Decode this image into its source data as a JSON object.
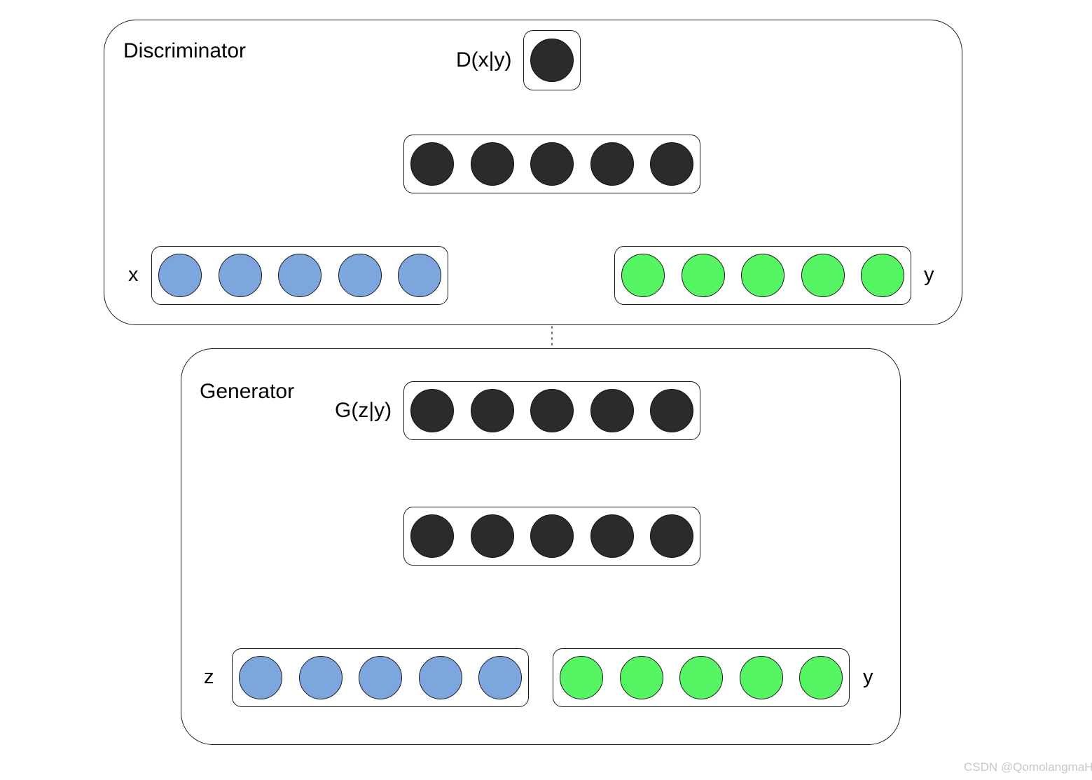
{
  "diagram": {
    "title_hidden": "Conditional GAN architecture",
    "watermark": "CSDN @QomolangmaH"
  },
  "colors": {
    "node_dark": "#2b2b2b",
    "node_blue": "#7ea6de",
    "node_green": "#55f564",
    "stroke": "#1a1a1a",
    "background": "#ffffff",
    "watermark": "#c8c8c8"
  },
  "discriminator": {
    "title": "Discriminator",
    "output_label": "D(x|y)",
    "output_node_count": 1,
    "hidden_layer": {
      "label": "",
      "node_count": 5,
      "color": "node_dark"
    },
    "input_x": {
      "label": "x",
      "node_count": 5,
      "color": "node_blue"
    },
    "input_y": {
      "label": "y",
      "node_count": 5,
      "color": "node_green"
    }
  },
  "generator": {
    "title": "Generator",
    "output_label": "G(z|y)",
    "output_layer": {
      "node_count": 5,
      "color": "node_dark"
    },
    "hidden_layer": {
      "node_count": 5,
      "color": "node_dark"
    },
    "input_z": {
      "label": "z",
      "node_count": 5,
      "color": "node_blue"
    },
    "input_y": {
      "label": "y",
      "node_count": 5,
      "color": "node_green"
    }
  },
  "edges": [
    {
      "name": "d-hidden-to-output",
      "style": "solid",
      "arrow": true
    },
    {
      "name": "x-to-d-hidden",
      "style": "dotted",
      "arrow": true
    },
    {
      "name": "y-to-d-hidden",
      "style": "solid",
      "arrow": true
    },
    {
      "name": "generated-to-d-hidden",
      "style": "dotted",
      "arrow": true
    },
    {
      "name": "g-hidden-to-g-output",
      "style": "solid",
      "arrow": true
    },
    {
      "name": "z-to-g-hidden",
      "style": "solid",
      "arrow": true
    },
    {
      "name": "y-to-g-hidden",
      "style": "solid",
      "arrow": true
    }
  ]
}
